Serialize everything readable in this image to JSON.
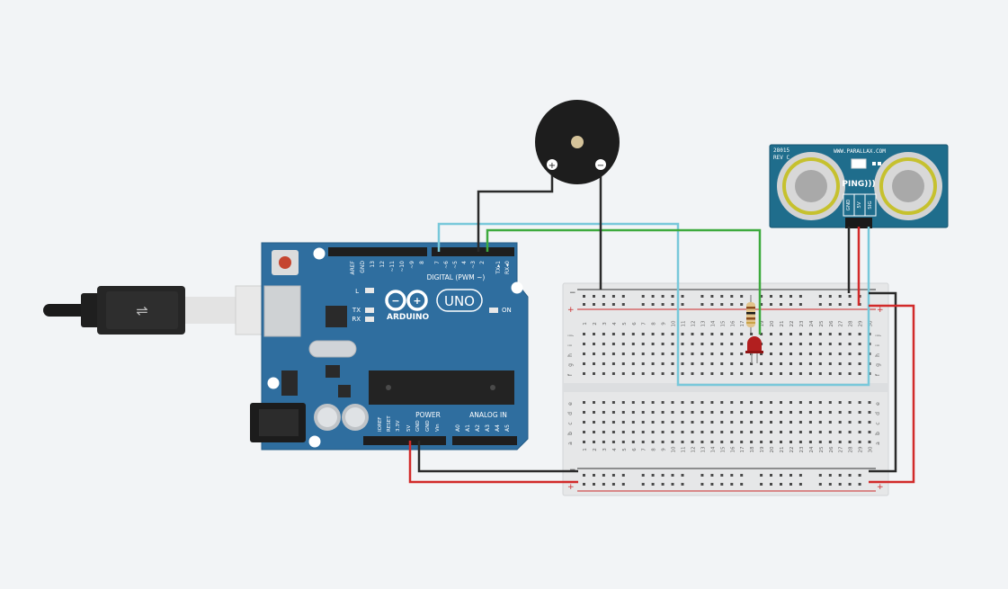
{
  "colors": {
    "background": "#f2f4f6",
    "board": "#2f6e9f",
    "board_dark": "#1f5783",
    "breadboard": "#e6e7e8",
    "wire_cyan": "#78c8da",
    "wire_green": "#3eaa3e",
    "wire_black": "#2a2a2a",
    "wire_red": "#d22a2a",
    "sensor": "#1f6d8c",
    "led": "#b21f1f"
  },
  "arduino": {
    "brand": "ARDUINO",
    "model": "UNO",
    "digital_header": "DIGITAL (PWM ~)",
    "power_header": "POWER",
    "analog_header": "ANALOG IN",
    "led_l": "L",
    "led_tx": "TX",
    "led_rx": "RX",
    "led_on": "ON",
    "digital_pins": [
      "AREF",
      "GND",
      "13",
      "12",
      "~11",
      "~10",
      "~9",
      "8",
      "7",
      "~6",
      "~5",
      "4",
      "~3",
      "2",
      "TX▸1",
      "RX◂0"
    ],
    "power_pins": [
      "IOREF",
      "RESET",
      "3.3V",
      "5V",
      "GND",
      "GND",
      "Vin"
    ],
    "analog_pins": [
      "A0",
      "A1",
      "A2",
      "A3",
      "A4",
      "A5"
    ]
  },
  "buzzer": {
    "plus": "+",
    "minus": "−"
  },
  "ping_sensor": {
    "part_number": "28015",
    "revision": "REV C",
    "url": "WWW.PARALLAX.COM",
    "label": "PING)))",
    "pins": [
      "GND",
      "5V",
      "SIG"
    ]
  },
  "breadboard": {
    "rail_minus": "−",
    "rail_plus": "+",
    "column_numbers": [
      "1",
      "2",
      "3",
      "4",
      "5",
      "6",
      "7",
      "8",
      "9",
      "10",
      "11",
      "12",
      "13",
      "14",
      "15",
      "16",
      "17",
      "18",
      "19",
      "20",
      "21",
      "22",
      "23",
      "24",
      "25",
      "26",
      "27",
      "28",
      "29",
      "30"
    ],
    "top_rows": [
      "j",
      "i",
      "h",
      "g",
      "f"
    ],
    "bottom_rows": [
      "e",
      "d",
      "c",
      "b",
      "a"
    ]
  }
}
